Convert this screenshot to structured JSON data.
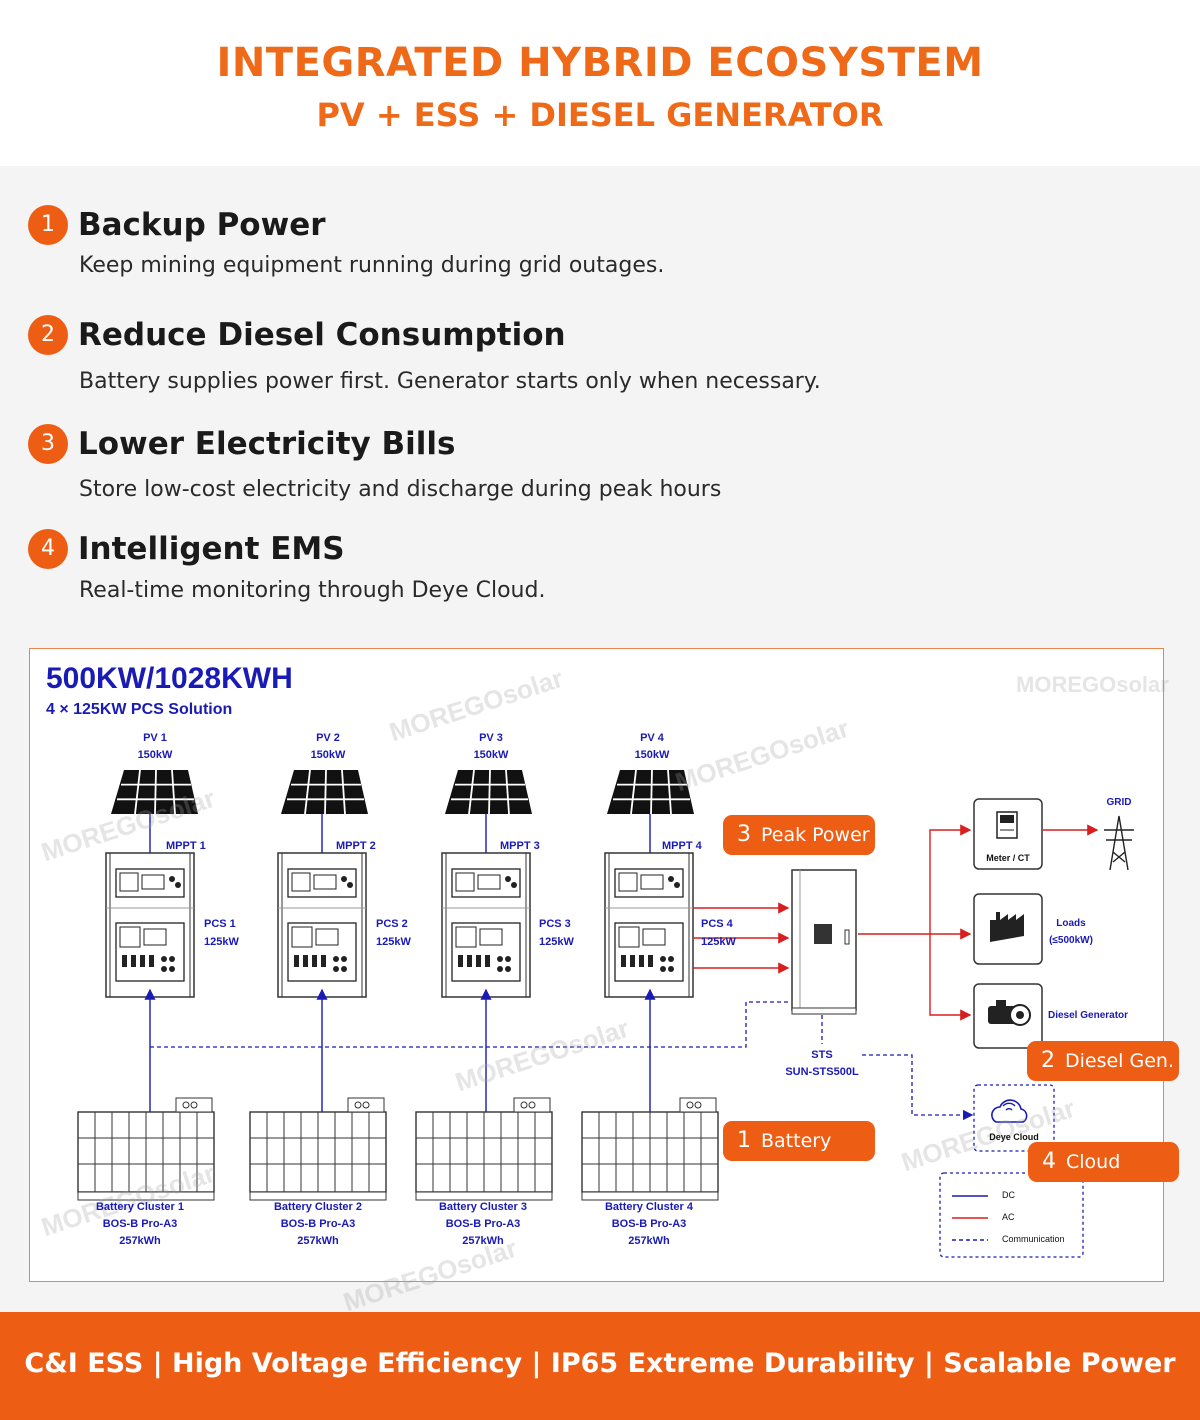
{
  "header": {
    "title": "INTEGRATED HYBRID ECOSYSTEM",
    "subtitle": "PV + ESS + DIESEL GENERATOR"
  },
  "features": [
    {
      "num": "1",
      "title": "Backup Power",
      "desc": "Keep mining equipment running during grid outages."
    },
    {
      "num": "2",
      "title": "Reduce Diesel Consumption",
      "desc": "Battery supplies power first. Generator starts only when necessary."
    },
    {
      "num": "3",
      "title": "Lower Electricity Bills",
      "desc": "Store low-cost electricity and discharge during peak hours"
    },
    {
      "num": "4",
      "title": "Intelligent EMS",
      "desc": "Real-time monitoring through Deye Cloud."
    }
  ],
  "diagram": {
    "title": "500KW/1028KWH",
    "subtitle": "4 × 125KW PCS Solution",
    "watermark": "MOREGOsolar",
    "pv": [
      {
        "name": "PV 1",
        "power": "150kW",
        "mppt": "MPPT 1",
        "pcs": "PCS 1",
        "pcs_power": "125kW"
      },
      {
        "name": "PV 2",
        "power": "150kW",
        "mppt": "MPPT 2",
        "pcs": "PCS 2",
        "pcs_power": "125kW"
      },
      {
        "name": "PV 3",
        "power": "150kW",
        "mppt": "MPPT 3",
        "pcs": "PCS 3",
        "pcs_power": "125kW"
      },
      {
        "name": "PV 4",
        "power": "150kW",
        "mppt": "MPPT 4",
        "pcs": "PCS 4",
        "pcs_power": "125kW"
      }
    ],
    "batteries": [
      {
        "name": "Battery Cluster 1",
        "model": "BOS-B Pro-A3",
        "energy": "257kWh"
      },
      {
        "name": "Battery Cluster 2",
        "model": "BOS-B Pro-A3",
        "energy": "257kWh"
      },
      {
        "name": "Battery Cluster 3",
        "model": "BOS-B Pro-A3",
        "energy": "257kWh"
      },
      {
        "name": "Battery Cluster 4",
        "model": "BOS-B Pro-A3",
        "energy": "257kWh"
      }
    ],
    "sts": {
      "name": "STS",
      "model": "SUN-STS500L"
    },
    "grid": "GRID",
    "meter": "Meter / CT",
    "loads": {
      "name": "Loads",
      "power": "(≤500kW)"
    },
    "generator": "Diesel Generator",
    "cloud": "Deye Cloud",
    "badges": {
      "peak": {
        "num": "3",
        "label": "Peak Power"
      },
      "diesel": {
        "num": "2",
        "label": "Diesel Gen."
      },
      "battery": {
        "num": "1",
        "label": "Battery"
      },
      "cloud": {
        "num": "4",
        "label": "Cloud"
      }
    },
    "legend": {
      "dc": "DC",
      "ac": "AC",
      "comm": "Communication"
    },
    "colors": {
      "dc": "#1a1ab4",
      "ac": "#d81e1e",
      "accent": "#ee5d14"
    }
  },
  "footer": {
    "tagline": "C&I ESS | High Voltage Efficiency | IP65 Extreme Durability | Scalable Power"
  }
}
